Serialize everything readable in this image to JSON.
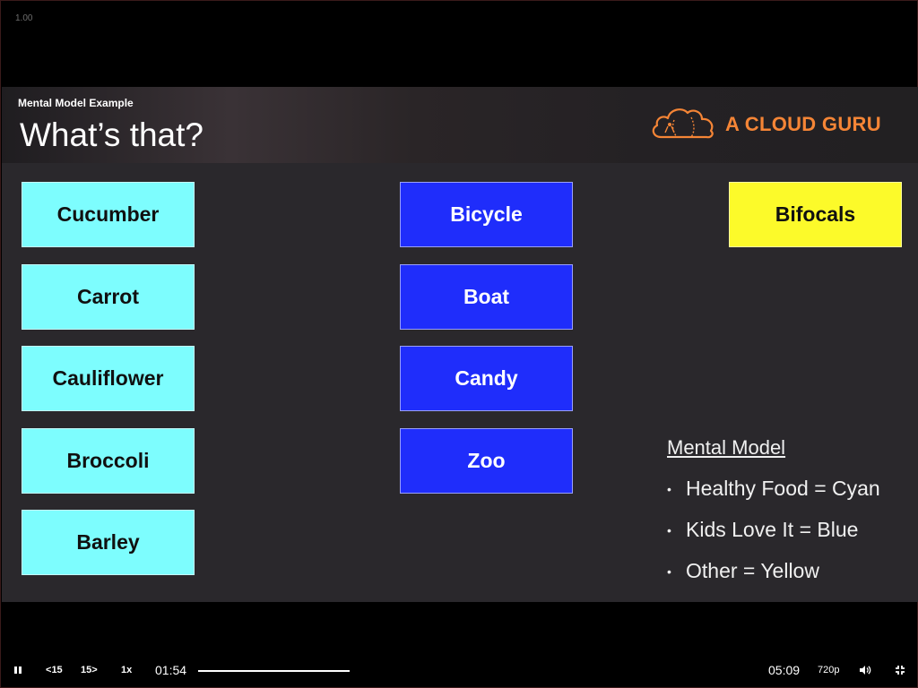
{
  "player": {
    "speed_readout": "1.00",
    "current_time": "01:54",
    "duration": "05:09",
    "playback_rate": "1x",
    "quality": "720p",
    "rewind_label": "15",
    "forward_label": "15",
    "progress_fraction": 0.37
  },
  "slide": {
    "subtitle": "Mental Model Example",
    "title": "What’s that?",
    "brand": "A CLOUD GURU",
    "brand_color": "#f58536",
    "columns": [
      {
        "color": "cyan",
        "hex": "#7dfdfe",
        "items": [
          "Cucumber",
          "Carrot",
          "Cauliflower",
          "Broccoli",
          "Barley"
        ]
      },
      {
        "color": "blue",
        "hex": "#1f2dfb",
        "items": [
          "Bicycle",
          "Boat",
          "Candy",
          "Zoo"
        ]
      },
      {
        "color": "yellow",
        "hex": "#fcfa2a",
        "items": [
          "Bifocals"
        ]
      }
    ],
    "legend": {
      "title": "Mental Model",
      "items": [
        "Healthy Food = Cyan",
        "Kids Love It = Blue",
        "Other = Yellow"
      ]
    }
  },
  "icons": [
    "pause-icon",
    "rewind-15-icon",
    "forward-15-icon",
    "volume-icon",
    "exit-fullscreen-icon",
    "cloud-logo-icon"
  ]
}
